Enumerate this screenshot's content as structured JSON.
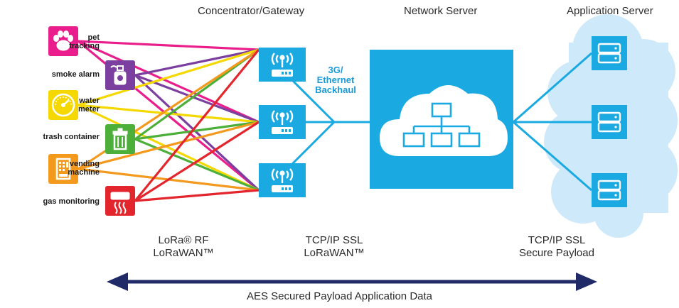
{
  "headers": {
    "gateway": "Concentrator/Gateway",
    "network": "Network Server",
    "application": "Application Server"
  },
  "devices": [
    {
      "label": "pet\ntracking",
      "icon": "paw-icon",
      "color": "#e91e8c"
    },
    {
      "label": "smoke alarm",
      "icon": "smoke-alarm-icon",
      "color": "#7b3fa0"
    },
    {
      "label": "water\nmeter",
      "icon": "meter-icon",
      "color": "#f5d800"
    },
    {
      "label": "trash container",
      "icon": "trash-icon",
      "color": "#4caf3a"
    },
    {
      "label": "vending\nmachine",
      "icon": "vending-icon",
      "color": "#f39a1e"
    },
    {
      "label": "gas monitoring",
      "icon": "gas-icon",
      "color": "#e3262d"
    }
  ],
  "backhaul_label": "3G/\nEthernet\nBackhaul",
  "protocols": {
    "rf": "LoRa® RF\nLoRaWAN™",
    "tcp": "TCP/IP SSL\nLoRaWAN™",
    "secure": "TCP/IP SSL\nSecure Payload"
  },
  "footer": "AES Secured Payload Application Data",
  "colors": {
    "accent": "#1aa9e1",
    "arrow": "#1f2a66",
    "cloud": "#cde9fa"
  }
}
